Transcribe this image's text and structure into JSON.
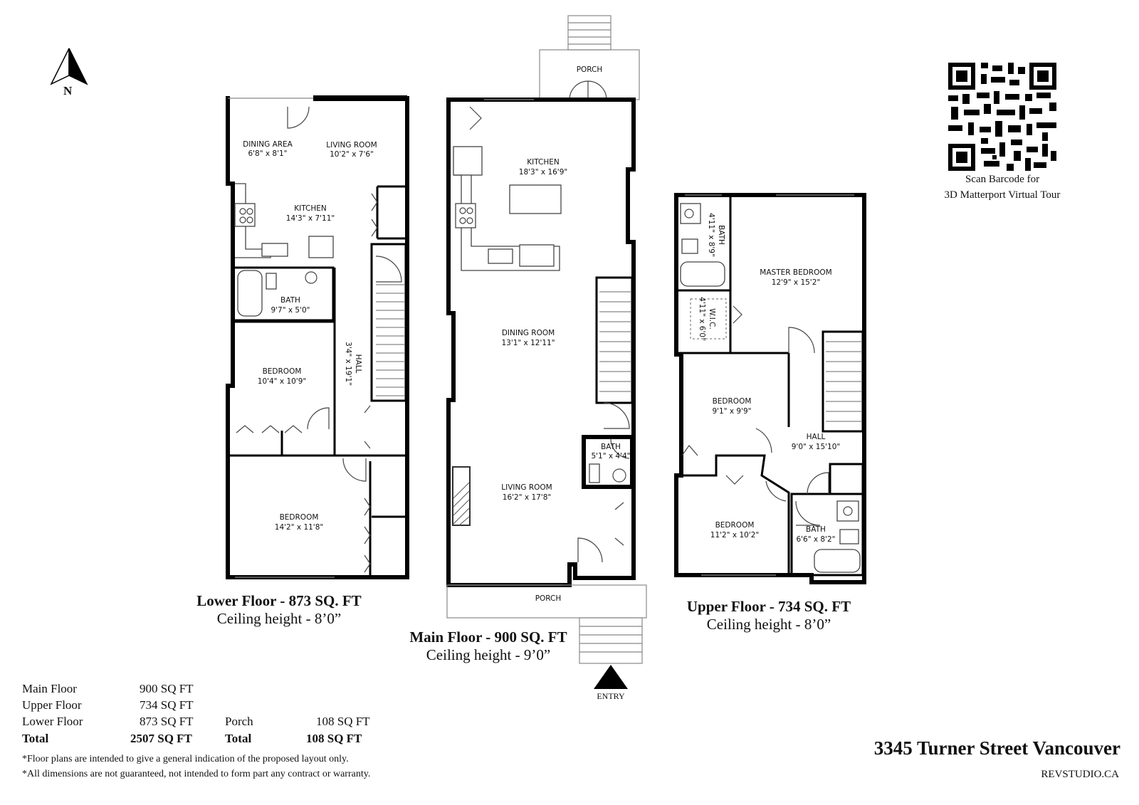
{
  "compass": {
    "label": "N"
  },
  "qr": {
    "caption_line1": "Scan Barcode for",
    "caption_line2": "3D Matterport Virtual Tour"
  },
  "floors": {
    "lower": {
      "title": "Lower Floor - 873 SQ. FT",
      "ceiling": "Ceiling height - 8’0”",
      "rooms": [
        {
          "name": "DINING AREA",
          "dims": "6'8\" x 8'1\""
        },
        {
          "name": "LIVING ROOM",
          "dims": "10'2\" x 7'6\""
        },
        {
          "name": "KITCHEN",
          "dims": "14'3\" x 7'11\""
        },
        {
          "name": "BATH",
          "dims": "9'7\" x 5'0\""
        },
        {
          "name": "HALL",
          "dims": "3'4\" x 19'1\""
        },
        {
          "name": "BEDROOM",
          "dims": "10'4\" x 10'9\""
        },
        {
          "name": "BEDROOM",
          "dims": "14'2\" x 11'8\""
        }
      ]
    },
    "main": {
      "title": "Main Floor - 900 SQ. FT",
      "ceiling": "Ceiling height - 9’0”",
      "rooms": [
        {
          "name": "PORCH",
          "dims": ""
        },
        {
          "name": "KITCHEN",
          "dims": "18'3\" x 16'9\""
        },
        {
          "name": "DINING ROOM",
          "dims": "13'1\" x 12'11\""
        },
        {
          "name": "BATH",
          "dims": "5'1\" x 4'4\""
        },
        {
          "name": "LIVING ROOM",
          "dims": "16'2\" x 17'8\""
        },
        {
          "name": "PORCH",
          "dims": ""
        }
      ],
      "entry": "ENTRY"
    },
    "upper": {
      "title": "Upper Floor - 734 SQ. FT",
      "ceiling": "Ceiling height - 8’0”",
      "rooms": [
        {
          "name": "BATH",
          "dims": "4'11\" x 8'9\""
        },
        {
          "name": "MASTER BEDROOM",
          "dims": "12'9\" x 15'2\""
        },
        {
          "name": "W.I.C.",
          "dims": "4'11\" x 6'0\""
        },
        {
          "name": "BEDROOM",
          "dims": "9'1\" x 9'9\""
        },
        {
          "name": "HALL",
          "dims": "9'0\" x 15'10\""
        },
        {
          "name": "BEDROOM",
          "dims": "11'2\" x 10'2\""
        },
        {
          "name": "BATH",
          "dims": "6'6\" x 8'2\""
        }
      ]
    }
  },
  "summary": {
    "rows": [
      {
        "label": "Main Floor",
        "value": "900 SQ FT"
      },
      {
        "label": "Upper Floor",
        "value": "734 SQ FT"
      },
      {
        "label": "Lower Floor",
        "value": "873 SQ FT"
      }
    ],
    "total_label": "Total",
    "total_value": "2507 SQ FT",
    "porch_label": "Porch",
    "porch_value": "108 SQ FT",
    "porch_total_label": "Total",
    "porch_total_value": "108 SQ FT"
  },
  "disclaimers": [
    "*Floor plans are intended to give a general indication of the proposed layout only.",
    "*All dimensions are not guaranteed, not intended to form part any contract or warranty."
  ],
  "address": "3345 Turner Street Vancouver",
  "studio": "REVSTUDIO.CA"
}
